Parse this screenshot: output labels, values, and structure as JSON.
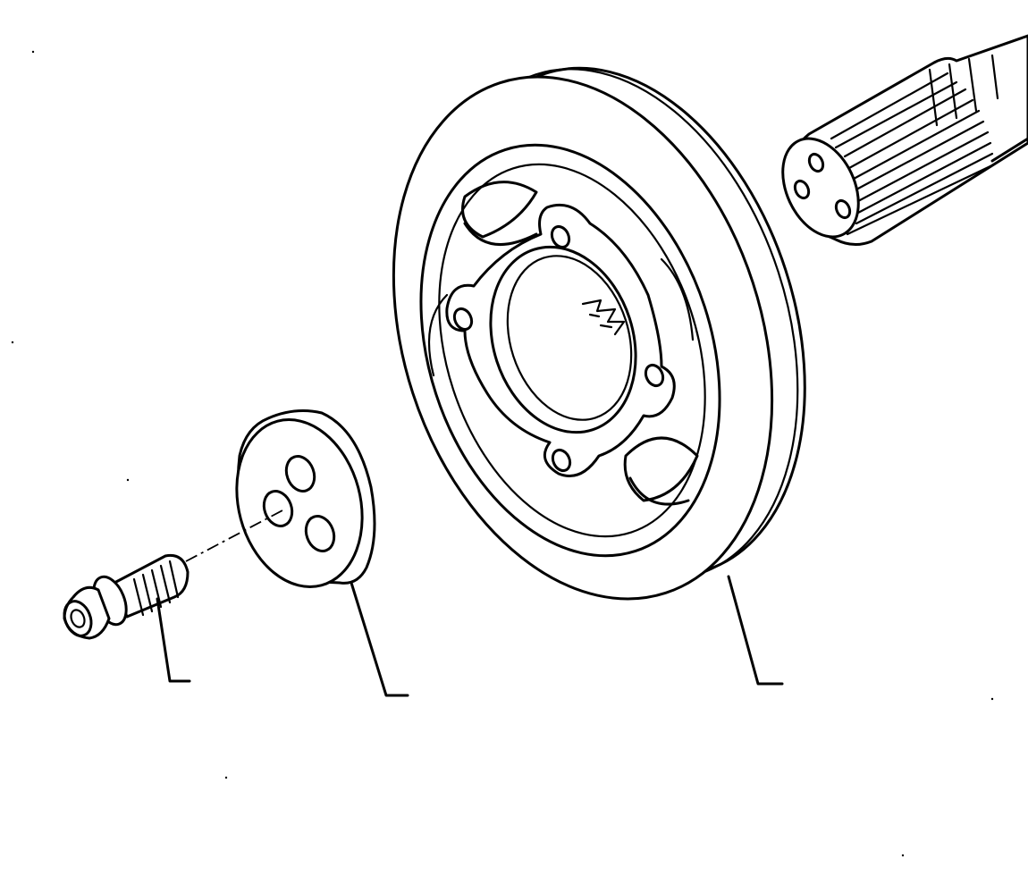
{
  "diagram": {
    "kind": "exploded-parts-view",
    "parts": [
      {
        "id": "bolt",
        "label": ""
      },
      {
        "id": "washer-plate",
        "label": ""
      },
      {
        "id": "crankshaft-pulley",
        "label": ""
      },
      {
        "id": "crankshaft-end",
        "label": ""
      }
    ],
    "colors": {
      "ink": "#000000",
      "paper": "#ffffff"
    }
  }
}
